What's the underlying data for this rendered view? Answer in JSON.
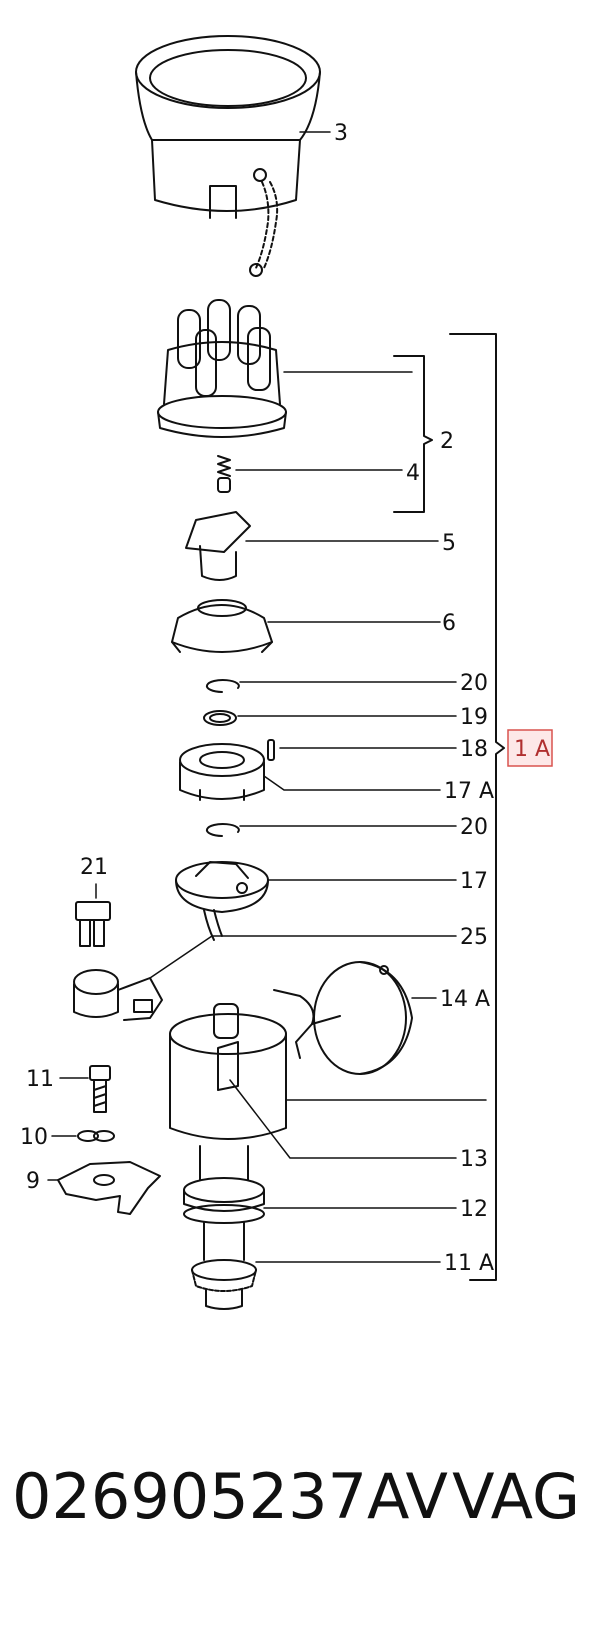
{
  "diagram": {
    "parts": [
      {
        "id": "p3",
        "label": "3"
      },
      {
        "id": "p2",
        "label": "2"
      },
      {
        "id": "p4",
        "label": "4"
      },
      {
        "id": "p5",
        "label": "5"
      },
      {
        "id": "p6",
        "label": "6"
      },
      {
        "id": "p20a",
        "label": "20"
      },
      {
        "id": "p19",
        "label": "19"
      },
      {
        "id": "p18",
        "label": "18"
      },
      {
        "id": "p17a",
        "label": "17 A"
      },
      {
        "id": "p20b",
        "label": "20"
      },
      {
        "id": "p17",
        "label": "17"
      },
      {
        "id": "p21",
        "label": "21"
      },
      {
        "id": "p25",
        "label": "25"
      },
      {
        "id": "p14a",
        "label": "14 A"
      },
      {
        "id": "p11",
        "label": "11"
      },
      {
        "id": "p13",
        "label": "13"
      },
      {
        "id": "p10",
        "label": "10"
      },
      {
        "id": "p9",
        "label": "9"
      },
      {
        "id": "p12",
        "label": "12"
      },
      {
        "id": "p11a",
        "label": "11 A"
      }
    ],
    "highlight": {
      "label": "1 A",
      "color": "#d9534f"
    }
  },
  "footer": {
    "part_number": "026905237AV",
    "brand": "VAG"
  }
}
